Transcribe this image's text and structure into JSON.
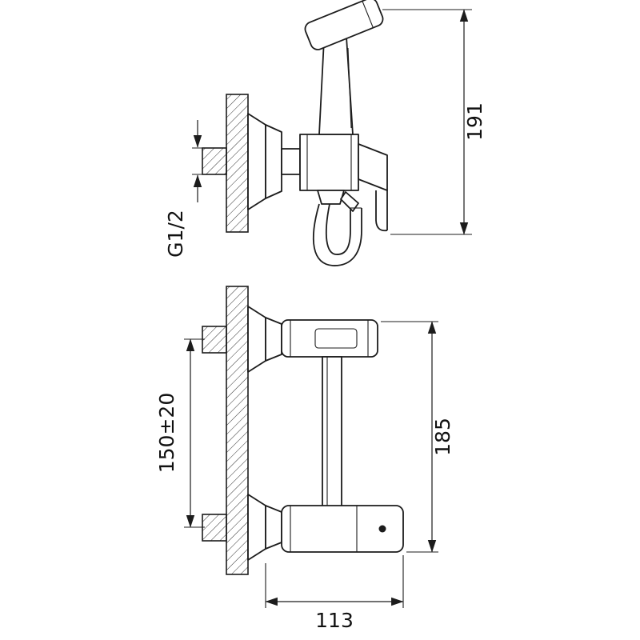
{
  "colors": {
    "line": "#1c1c1c",
    "background": "#ffffff"
  },
  "dimensions": {
    "overall_height": "191",
    "inlet_thread": "G1/2",
    "mounting_distance": "150±20",
    "body_height": "185",
    "width": "113"
  }
}
